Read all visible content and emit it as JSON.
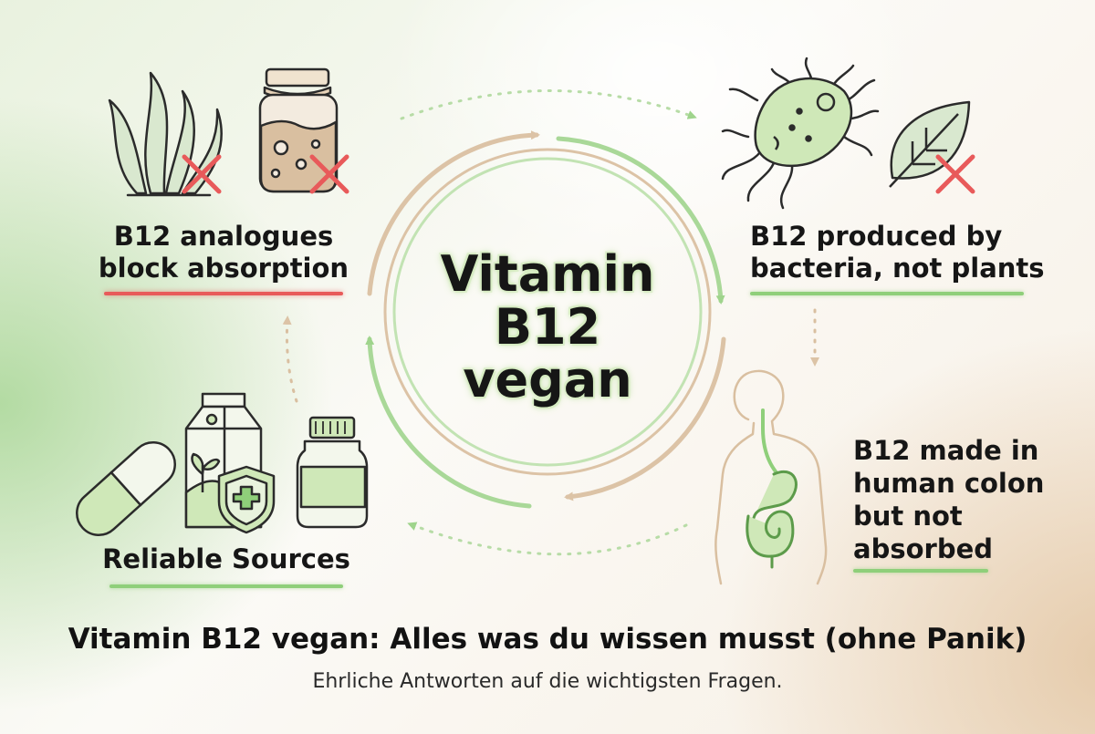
{
  "center": {
    "line1": "Vitamin",
    "line2": "B12",
    "line3": "vegan"
  },
  "nodes": [
    {
      "id": "analogues",
      "line1": "B12 analogues",
      "line2": "block absorption",
      "underline_color": "#e85a5a"
    },
    {
      "id": "bacteria",
      "line1": "B12 produced by",
      "line2": "bacteria, not plants",
      "underline_color": "#8fcf7a"
    },
    {
      "id": "colon",
      "line1": "B12 made in",
      "line2": "human colon",
      "line3": "but not",
      "line4": "absorbed",
      "underline_color": "#8fcf7a"
    },
    {
      "id": "sources",
      "line1": "Reliable Sources",
      "underline_color": "#8fcf7a"
    }
  ],
  "footer": {
    "title": "Vitamin B12 vegan: Alles was du wissen musst (ohne Panik)",
    "subtitle": "Ehrliche Antworten auf die wichtigsten Fragen."
  },
  "colors": {
    "green": "#8fcf7a",
    "green_fill": "#cfe8b8",
    "tan": "#d9bfa0",
    "tan_fill": "#e8d3b8",
    "red": "#e85a5a",
    "ink": "#2b2b2b"
  }
}
